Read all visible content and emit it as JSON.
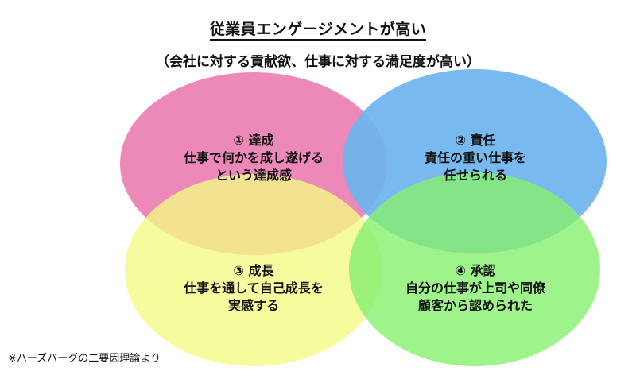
{
  "title": "従業員エンゲージメントが高い",
  "subtitle": "（会社に対する貢献欲、仕事に対する満足度が高い）",
  "circles": [
    {
      "heading": "① 達成",
      "line1": "仕事で何かを成し遂げる",
      "line2": "という達成感",
      "color": "#ec7fb3"
    },
    {
      "heading": "② 責任",
      "line1": "責任の重い仕事を",
      "line2": "任せられる",
      "color": "#6cb4ee"
    },
    {
      "heading": "③ 成長",
      "line1": "仕事を通して自己成長を",
      "line2": "実感する",
      "color": "#f4fa86"
    },
    {
      "heading": "④ 承認",
      "line1": "自分の仕事が上司や同僚",
      "line2": "顧客から認められた",
      "color": "#86f06e"
    }
  ],
  "footnote": "※ハーズバーグの二要因理論より"
}
